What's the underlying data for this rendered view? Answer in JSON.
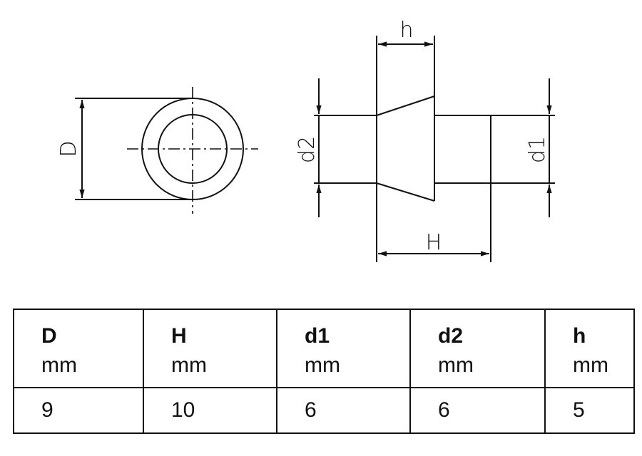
{
  "drawing": {
    "labels": {
      "D": "D",
      "d1": "d1",
      "d2": "d2",
      "H": "H",
      "h": "h"
    }
  },
  "table": {
    "columns": [
      {
        "symbol": "D",
        "unit": "mm",
        "value": "9"
      },
      {
        "symbol": "H",
        "unit": "mm",
        "value": "10"
      },
      {
        "symbol": "d1",
        "unit": "mm",
        "value": "6"
      },
      {
        "symbol": "d2",
        "unit": "mm",
        "value": "6"
      },
      {
        "symbol": "h",
        "unit": "mm",
        "value": "5"
      }
    ]
  }
}
